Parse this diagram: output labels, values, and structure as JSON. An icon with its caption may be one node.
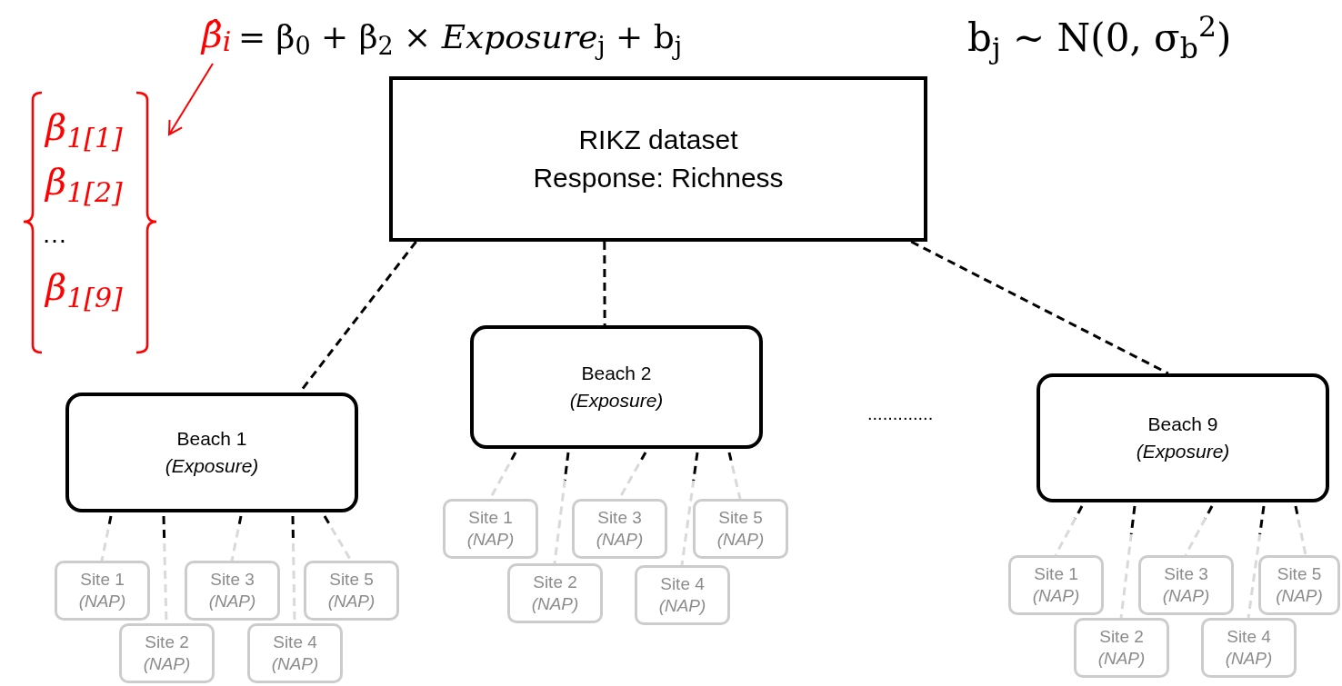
{
  "diagram": {
    "nodes": [
      {
        "text": [
          "β̂$_{i}$"
        ]
      },
      {
        "text": [
          "β$_{1[1]}$",
          "β$_{1[2]}$",
          "…",
          "β$_{1[9]}$"
        ]
      },
      {
        "text": [
          "RIKZ dataset",
          "Response: Richness"
        ]
      },
      {
        "text": [
          "Beach 1",
          "(Exposure)"
        ]
      },
      {
        "text": [
          "Beach 2",
          "(Exposure)"
        ]
      },
      {
        "text": [
          "Beach 9",
          "(Exposure)"
        ]
      },
      {
        "text": [
          "Site 1",
          "(NAP)"
        ]
      },
      {
        "text": [
          "Site 3",
          "(NAP)"
        ]
      },
      {
        "text": [
          "Site 5",
          "(NAP)"
        ]
      },
      {
        "text": [
          "Site 2",
          "(NAP)"
        ]
      },
      {
        "text": [
          "Site 4",
          "(NAP)"
        ]
      },
      {
        "text": [
          "Site 1",
          "(NAP)"
        ]
      },
      {
        "text": [
          "Site 3",
          "(NAP)"
        ]
      },
      {
        "text": [
          "Site 5",
          "(NAP)"
        ]
      },
      {
        "text": [
          "Site 2",
          "(NAP)"
        ]
      },
      {
        "text": [
          "Site 4",
          "(NAP)"
        ]
      },
      {
        "text": [
          "Site 1",
          "(NAP)"
        ]
      },
      {
        "text": [
          "Site 3",
          "(NAP)"
        ]
      },
      {
        "text": [
          "Site 5",
          "(NAP)"
        ]
      },
      {
        "text": [
          "Site 2",
          "(NAP)"
        ]
      },
      {
        "text": [
          "Site 4",
          "(NAP)"
        ]
      }
    ],
    "edges": [
      {
        "from": 0,
        "to": 1,
        "arrow": "to",
        "color": "#ff0000"
      },
      {
        "from": 2,
        "to": 3,
        "arrow": "none",
        "style": "dashed"
      },
      {
        "from": 2,
        "to": 4,
        "arrow": "none",
        "style": "dashed"
      },
      {
        "from": 2,
        "to": 5,
        "arrow": "none",
        "style": "dashed"
      },
      {
        "from": 3,
        "to": 6,
        "arrow": "none",
        "style": "dashed",
        "color": "#d9d9d9"
      },
      {
        "from": 3,
        "to": 9,
        "arrow": "none",
        "style": "dashed",
        "color": "#d9d9d9"
      },
      {
        "from": 3,
        "to": 7,
        "arrow": "none",
        "style": "dashed",
        "color": "#d9d9d9"
      },
      {
        "from": 3,
        "to": 10,
        "arrow": "none",
        "style": "dashed",
        "color": "#d9d9d9"
      },
      {
        "from": 3,
        "to": 8,
        "arrow": "none",
        "style": "dashed",
        "color": "#d9d9d9"
      },
      {
        "from": 4,
        "to": 11,
        "arrow": "none",
        "style": "dashed",
        "color": "#d9d9d9"
      },
      {
        "from": 4,
        "to": 14,
        "arrow": "none",
        "style": "dashed",
        "color": "#d9d9d9"
      },
      {
        "from": 4,
        "to": 12,
        "arrow": "none",
        "style": "dashed",
        "color": "#d9d9d9"
      },
      {
        "from": 4,
        "to": 15,
        "arrow": "none",
        "style": "dashed",
        "color": "#d9d9d9"
      },
      {
        "from": 4,
        "to": 13,
        "arrow": "none",
        "style": "dashed",
        "color": "#d9d9d9"
      },
      {
        "from": 5,
        "to": 16,
        "arrow": "none",
        "style": "dashed",
        "color": "#d9d9d9"
      },
      {
        "from": 5,
        "to": 19,
        "arrow": "none",
        "style": "dashed",
        "color": "#d9d9d9"
      },
      {
        "from": 5,
        "to": 17,
        "arrow": "none",
        "style": "dashed",
        "color": "#d9d9d9"
      },
      {
        "from": 5,
        "to": 20,
        "arrow": "none",
        "style": "dashed",
        "color": "#d9d9d9"
      },
      {
        "from": 5,
        "to": 18,
        "arrow": "none",
        "style": "dashed",
        "color": "#d9d9d9"
      }
    ],
    "labels": [
      "= β$_{0}$ + β$_{2}$ × *Exposure*$_{j}$ + b$_{j}$",
      "b$_{j}$ ~ N(0, σ$_{b}$$^{2}$)",
      "............."
    ]
  }
}
